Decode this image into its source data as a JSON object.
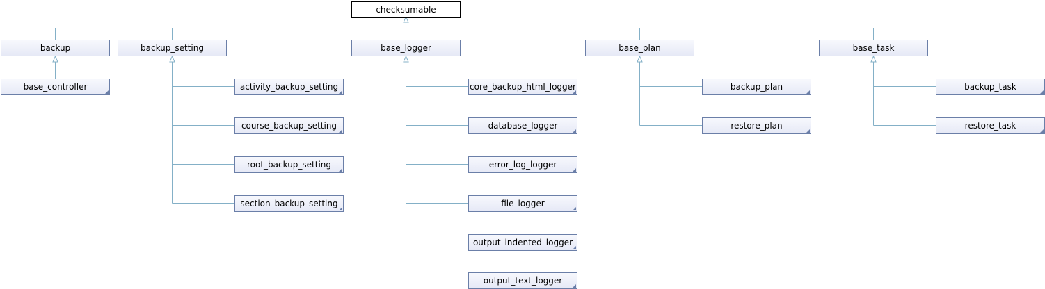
{
  "diagram": {
    "root": "checksumable",
    "classes": {
      "backup": "backup",
      "base_controller": "base_controller",
      "backup_setting": "backup_setting",
      "activity_backup_setting": "activity_backup_setting",
      "course_backup_setting": "course_backup_setting",
      "root_backup_setting": "root_backup_setting",
      "section_backup_setting": "section_backup_setting",
      "base_logger": "base_logger",
      "core_backup_html_logger": "core_backup_html_logger",
      "database_logger": "database_logger",
      "error_log_logger": "error_log_logger",
      "file_logger": "file_logger",
      "output_indented_logger": "output_indented_logger",
      "output_text_logger": "output_text_logger",
      "base_plan": "base_plan",
      "backup_plan": "backup_plan",
      "restore_plan": "restore_plan",
      "base_task": "base_task",
      "backup_task": "backup_task",
      "restore_task": "restore_task"
    },
    "colors": {
      "edge": "#84b0c7",
      "node_border": "#6b7fa8"
    }
  }
}
